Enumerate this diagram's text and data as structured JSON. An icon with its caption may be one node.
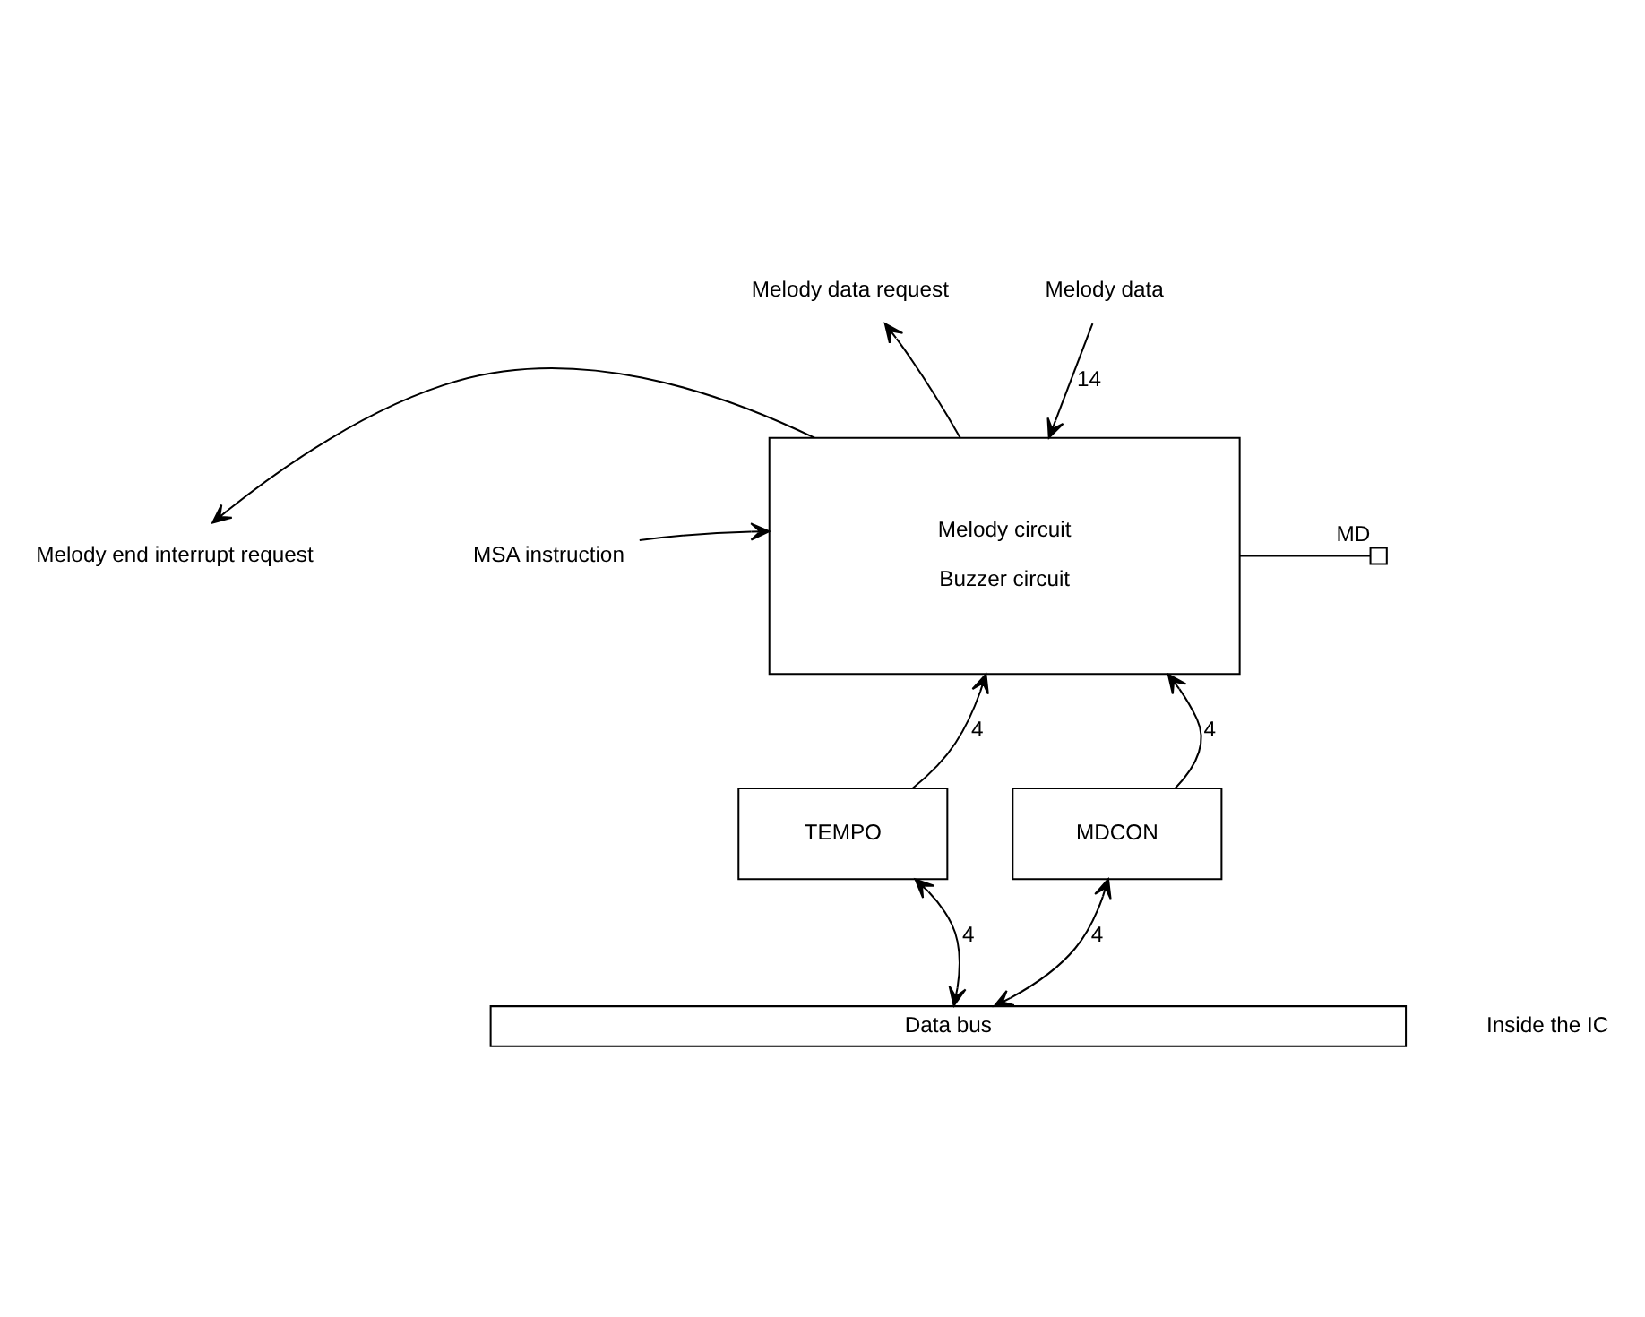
{
  "diagram": {
    "nodes": [
      {
        "text": [
          "Melody data request"
        ]
      },
      {
        "text": [
          "Melody data"
        ]
      },
      {
        "text": [
          "Melody circuit",
          "Buzzer circuit"
        ]
      },
      {
        "text": [
          "Melody end interrupt request"
        ]
      },
      {
        "text": [
          "MSA instruction"
        ]
      },
      {
        "text": [],
        "shape": "box",
        "beside": [
          "MD"
        ]
      },
      {
        "text": [
          "TEMPO"
        ]
      },
      {
        "text": [
          "MDCON"
        ]
      },
      {
        "text": [
          "Data bus"
        ]
      }
    ],
    "edges": [
      {
        "from": 2,
        "to": 0,
        "arrow": "to"
      },
      {
        "from": 1,
        "to": 2,
        "arrow": "to",
        "label": "14"
      },
      {
        "from": 2,
        "to": 3,
        "arrow": "to"
      },
      {
        "from": 4,
        "to": 2,
        "arrow": "to"
      },
      {
        "from": 2,
        "to": 5,
        "arrow": "none"
      },
      {
        "from": 6,
        "to": 2,
        "arrow": "to",
        "label": "4"
      },
      {
        "from": 7,
        "to": 2,
        "arrow": "to",
        "label": "4"
      },
      {
        "from": 8,
        "to": 6,
        "arrow": "both",
        "label": "4"
      },
      {
        "from": 8,
        "to": 7,
        "arrow": "both",
        "label": "4"
      }
    ],
    "labels": [
      "Inside the IC"
    ]
  }
}
